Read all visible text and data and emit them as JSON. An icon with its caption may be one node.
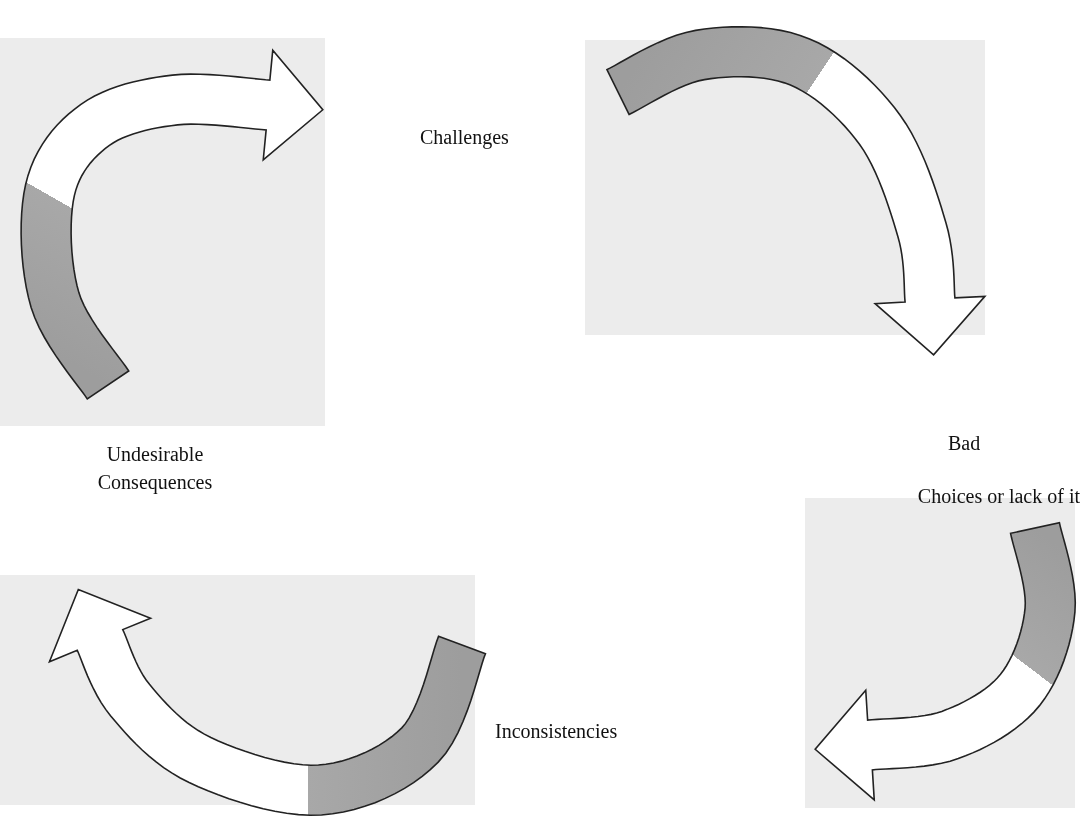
{
  "diagram": {
    "nodes": [
      {
        "text": [
          "Challenges"
        ]
      },
      {
        "text": [
          "Bad",
          "Choices or lack of it"
        ]
      },
      {
        "text": [
          "Inconsistencies"
        ]
      },
      {
        "text": [
          "Undesirable Consequences"
        ]
      }
    ]
  }
}
